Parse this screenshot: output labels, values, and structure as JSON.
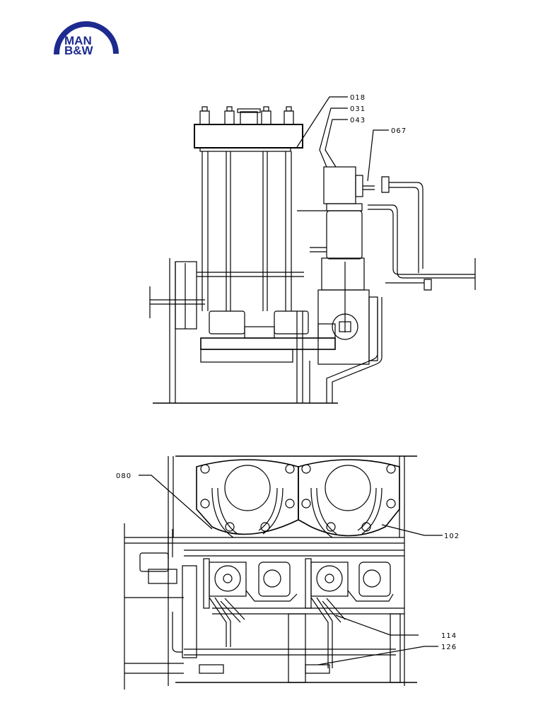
{
  "logo": {
    "line1": "MAN",
    "line2": "B&W",
    "color": "#1d2b8f"
  },
  "line_color": "#000000",
  "upper_view": {
    "callouts": [
      "018",
      "031",
      "043",
      "067"
    ]
  },
  "lower_view": {
    "callouts": [
      "080",
      "102",
      "114",
      "126"
    ]
  }
}
